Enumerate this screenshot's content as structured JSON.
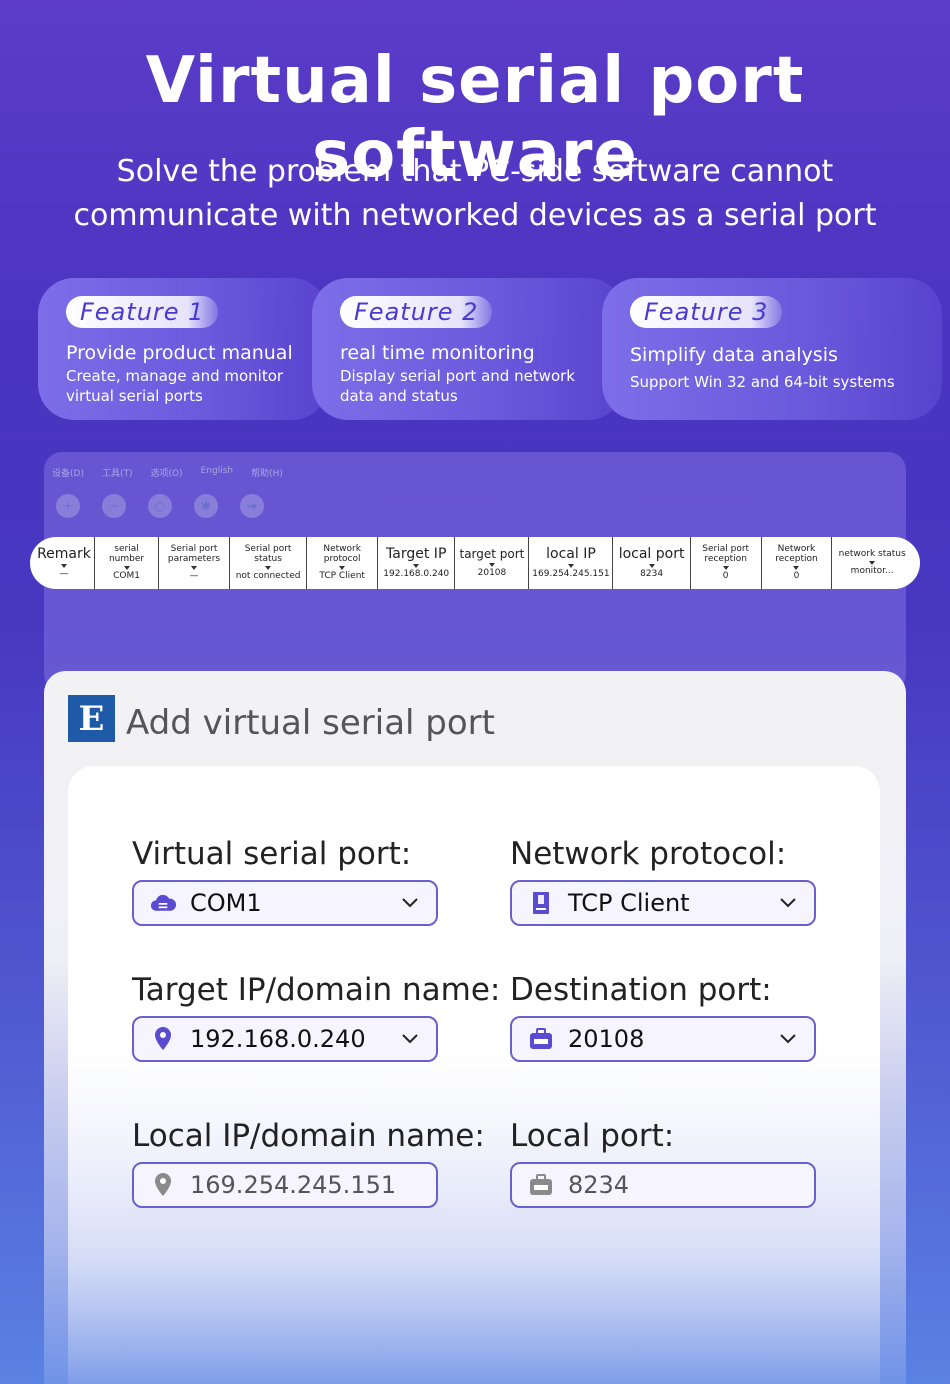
{
  "hero": {
    "title": "Virtual serial port software",
    "subtitle_line1": "Solve the problem that PC-side software cannot",
    "subtitle_line2": "communicate with networked devices as a serial port"
  },
  "features": [
    {
      "tag": "Feature 1",
      "heading": "Provide product manual",
      "desc_line1": "Create, manage and monitor",
      "desc_line2": "virtual serial ports"
    },
    {
      "tag": "Feature 2",
      "heading": "real time monitoring",
      "desc_line1": "Display serial port and network",
      "desc_line2": "data and status"
    },
    {
      "tag": "Feature 3",
      "heading": "Simplify data analysis",
      "desc_line1": "Support Win 32 and 64-bit systems",
      "desc_line2": ""
    }
  ],
  "app_window": {
    "menu": [
      "设备(D)",
      "工具(T)",
      "选项(O)",
      "English",
      "帮助(H)"
    ]
  },
  "columns": [
    {
      "header": "Remark",
      "value": "—"
    },
    {
      "header": "serial number",
      "value": "COM1"
    },
    {
      "header": "Serial port parameters",
      "value": "—"
    },
    {
      "header": "Serial port status",
      "value": "not connected"
    },
    {
      "header": "Network protocol",
      "value": "TCP Client"
    },
    {
      "header": "Target IP",
      "value": "192.168.0.240"
    },
    {
      "header": "target port",
      "value": "20108"
    },
    {
      "header": "local IP",
      "value": "169.254.245.151"
    },
    {
      "header": "local port",
      "value": "8234"
    },
    {
      "header": "Serial port reception",
      "value": "0"
    },
    {
      "header": "Network reception",
      "value": "0"
    },
    {
      "header": "network status",
      "value": "monitor..."
    }
  ],
  "panel": {
    "logo_text": "E",
    "title": "Add virtual serial port"
  },
  "form": {
    "virtual_serial_port": {
      "label": "Virtual serial port:",
      "value": "COM1"
    },
    "network_protocol": {
      "label": "Network protocol:",
      "value": "TCP Client"
    },
    "target_ip": {
      "label": "Target IP/domain name:",
      "value": "192.168.0.240"
    },
    "destination_port": {
      "label": "Destination port:",
      "value": "20108"
    },
    "local_ip": {
      "label": "Local IP/domain name:",
      "value": "169.254.245.151"
    },
    "local_port": {
      "label": "Local port:",
      "value": "8234"
    }
  },
  "colors": {
    "accent": "#4a3ad0",
    "input_border": "#6a60cc",
    "logo_bg": "#1e5aa8"
  }
}
